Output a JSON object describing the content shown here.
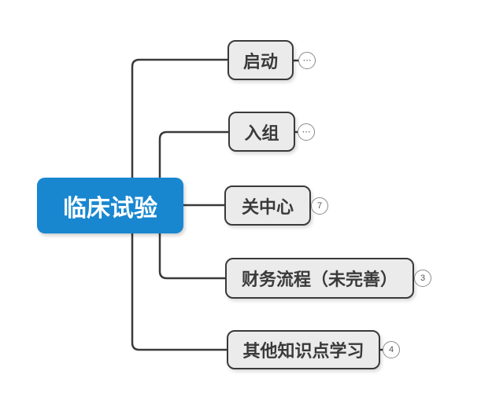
{
  "root": {
    "label": "临床试验"
  },
  "nodes": [
    {
      "label": "启动",
      "badge": "⋯"
    },
    {
      "label": "入组",
      "badge": "⋯"
    },
    {
      "label": "关中心",
      "badge": "7"
    },
    {
      "label": "财务流程（未完善）",
      "badge": "3"
    },
    {
      "label": "其他知识点学习",
      "badge": "4"
    }
  ],
  "colors": {
    "root-fill": "#1887d0",
    "root-text": "#ffffff",
    "node-fill": "#ebebeb",
    "node-border": "#3a3a3a",
    "node-text": "#3a3a3a",
    "line": "#3a3a3a",
    "badge-border": "#8a8a8a",
    "badge-text": "#555555",
    "canvas-bg": "#ffffff"
  }
}
